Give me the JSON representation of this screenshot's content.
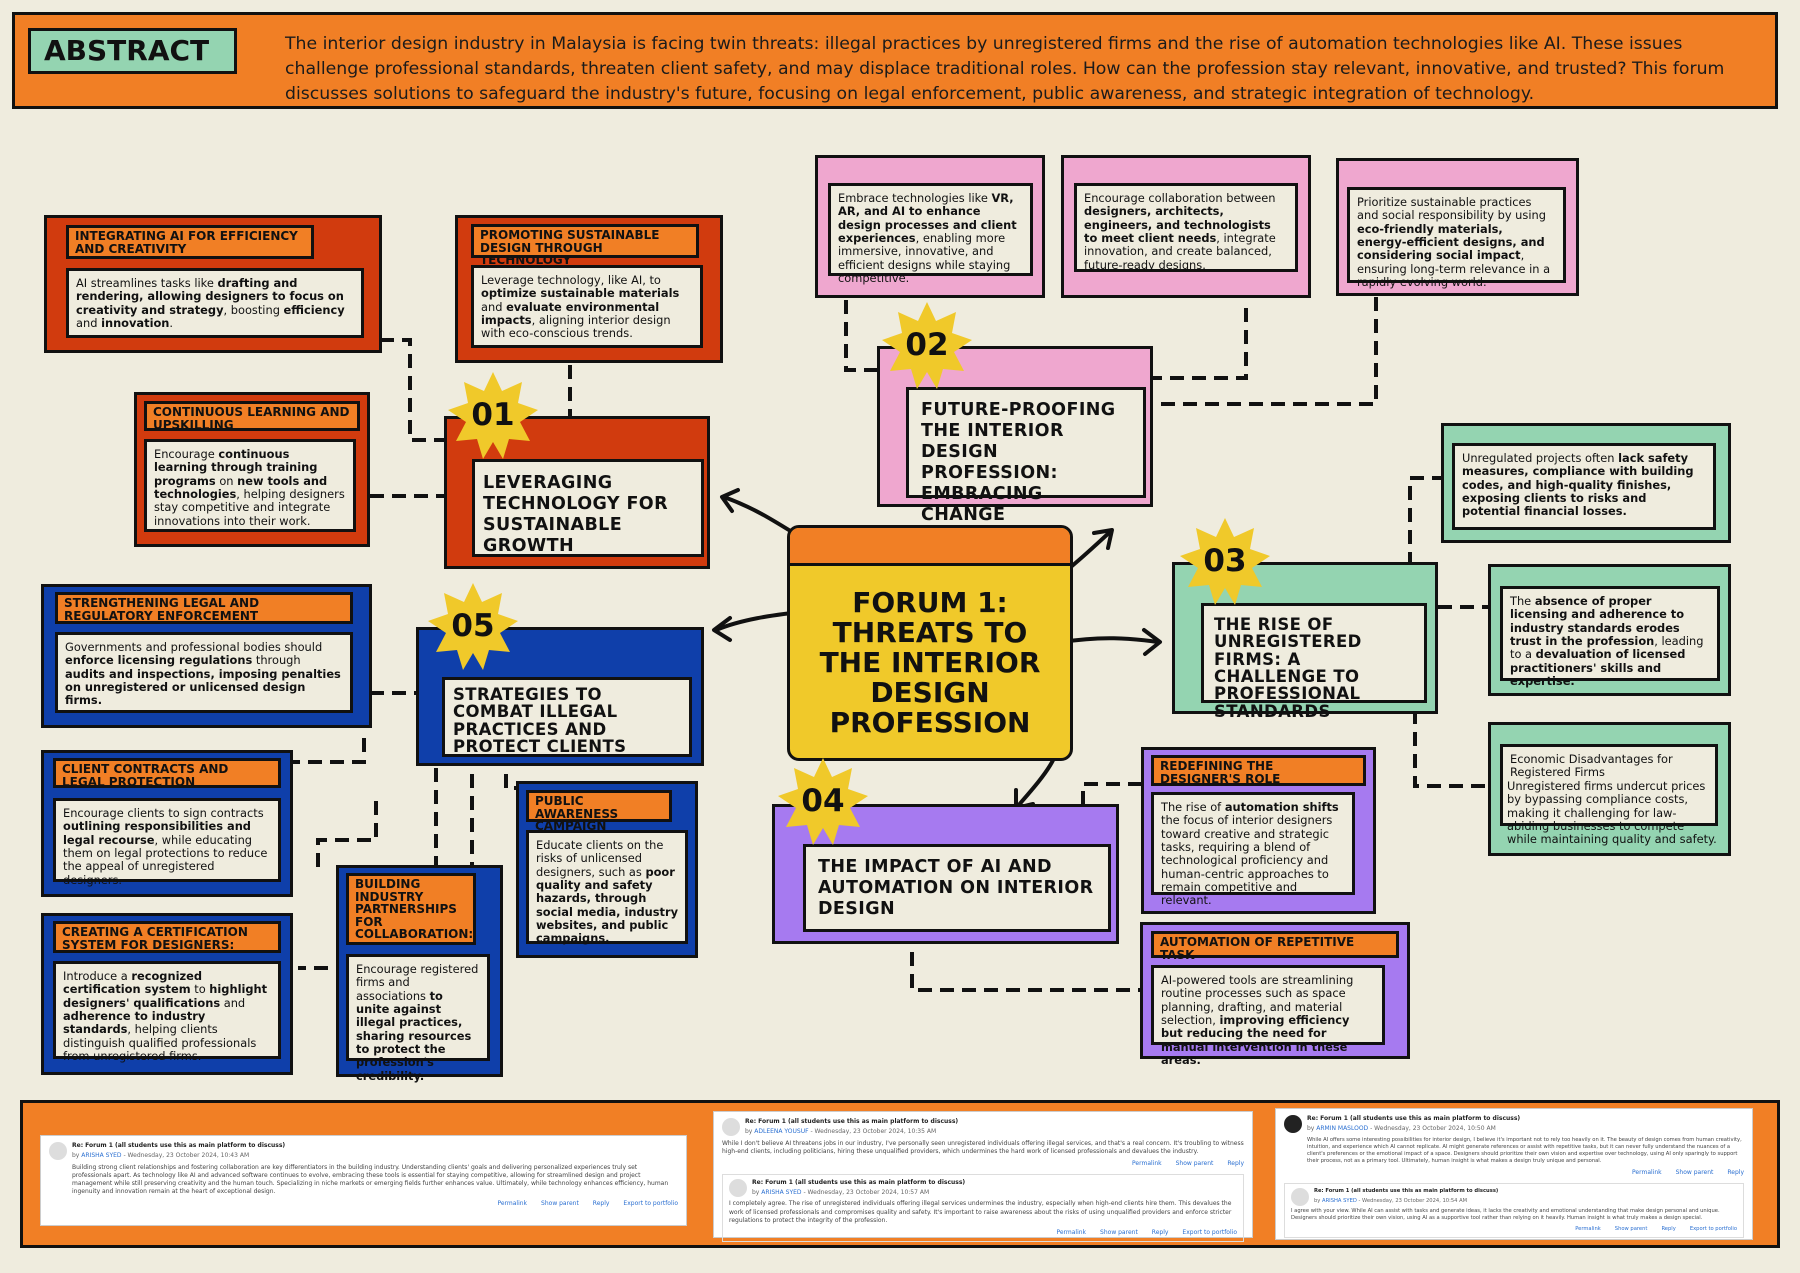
{
  "abstract": {
    "label": "ABSTRACT",
    "text": "The interior design industry in Malaysia is facing twin threats: illegal practices by unregistered firms and the rise of automation technologies like AI. These issues challenge professional standards, threaten client safety, and may displace traditional roles. How can the profession stay relevant, innovative, and trusted? This forum discusses solutions to safeguard the industry's future, focusing on legal enforcement, public awareness, and strategic integration of technology."
  },
  "center": {
    "title": "FORUM 1: THREATS TO THE INTERIOR DESIGN PROFESSION"
  },
  "topics": {
    "t01": {
      "number": "01",
      "title": "LEVERAGING TECHNOLOGY FOR SUSTAINABLE GROWTH",
      "items": {
        "ai": {
          "tag": "INTEGRATING AI FOR EFFICIENCY AND CREATIVITY"
        },
        "sustain": {
          "tag": "PROMOTING SUSTAINABLE DESIGN THROUGH TECHNOLOGY"
        },
        "learn": {
          "tag": "CONTINUOUS LEARNING AND UPSKILLING"
        }
      }
    },
    "t02": {
      "number": "02",
      "title": "FUTURE-PROOFING THE INTERIOR DESIGN PROFESSION: EMBRACING CHANGE"
    },
    "t03": {
      "number": "03",
      "title": "THE RISE OF UNREGISTERED FIRMS: A CHALLENGE TO PROFESSIONAL STANDARDS"
    },
    "t04": {
      "number": "04",
      "title": "THE IMPACT OF AI AND AUTOMATION ON INTERIOR DESIGN",
      "items": {
        "role": {
          "tag": "REDEFINING THE DESIGNER'S ROLE"
        },
        "auto": {
          "tag": "AUTOMATION OF REPETITIVE TASK"
        }
      }
    },
    "t05": {
      "number": "05",
      "title": "STRATEGIES TO COMBAT ILLEGAL PRACTICES AND PROTECT CLIENTS",
      "items": {
        "legal": {
          "tag": "STRENGTHENING LEGAL AND REGULATORY ENFORCEMENT"
        },
        "contracts": {
          "tag": "CLIENT CONTRACTS AND LEGAL PROTECTION"
        },
        "cert": {
          "tag": "CREATING A CERTIFICATION SYSTEM FOR DESIGNERS:"
        },
        "partner": {
          "tag": "BUILDING INDUSTRY PARTNERSHIPS FOR COLLABORATION:"
        },
        "public": {
          "tag": "PUBLIC AWARENESS CAMPAIGN"
        }
      }
    }
  },
  "texts": [
    [
      [
        "AI streamlines tasks like ",
        false
      ],
      [
        "drafting and rendering, allowing designers to focus on creativity and strategy",
        true
      ],
      [
        ", boosting ",
        false
      ],
      [
        "efficiency",
        true
      ],
      [
        " and ",
        false
      ],
      [
        "innovation",
        true
      ],
      [
        ".",
        false
      ]
    ],
    [
      [
        "Leverage technology, like AI, to ",
        false
      ],
      [
        "optimize sustainable materials",
        true
      ],
      [
        " and ",
        false
      ],
      [
        "evaluate environmental impacts",
        true
      ],
      [
        ", aligning interior design with eco-conscious trends.",
        false
      ]
    ],
    [
      [
        "Encourage ",
        false
      ],
      [
        "continuous learning through training programs",
        true
      ],
      [
        " on ",
        false
      ],
      [
        "new tools and technologies",
        true
      ],
      [
        ", helping designers stay competitive and integrate innovations into their work.",
        false
      ]
    ],
    [
      [
        "Embrace technologies like ",
        false
      ],
      [
        "VR, AR, and AI to enhance design processes and client experiences",
        true
      ],
      [
        ", enabling more immersive, innovative, and efficient designs while staying competitive.",
        false
      ]
    ],
    [
      [
        "Encourage collaboration between ",
        false
      ],
      [
        "designers, architects, engineers, and technologists to meet client needs",
        true
      ],
      [
        ", integrate innovation, and create balanced, future-ready designs.",
        false
      ]
    ],
    [
      [
        "Prioritize sustainable practices and social responsibility by using ",
        false
      ],
      [
        "eco-friendly materials, energy-efficient designs, and considering social impact",
        true
      ],
      [
        ", ensuring long-term relevance in a rapidly evolving world.",
        false
      ]
    ],
    [
      [
        "Unregulated projects often ",
        false
      ],
      [
        "lack safety measures, compliance with building codes, and high-quality finishes, exposing clients to risks and potential financial losses.",
        true
      ]
    ],
    [
      [
        "The ",
        false
      ],
      [
        "absence of proper licensing and adherence to industry standards erodes trust in the profession",
        true
      ],
      [
        ", leading to a ",
        false
      ],
      [
        "devaluation of licensed practitioners' skills and expertise.",
        true
      ]
    ],
    [
      [
        "Economic Disadvantages for Registered Firms",
        false
      ]
    ],
    [
      [
        "Unregistered firms undercut prices by bypassing compliance costs, making it challenging for law-abiding businesses to compete while maintaining quality and safety.",
        false
      ]
    ],
    [
      [
        "The rise of ",
        false
      ],
      [
        "automation shifts",
        true
      ],
      [
        " the focus of interior designers toward creative and strategic tasks, requiring a blend of technological proficiency and human-centric approaches to remain competitive and relevant.",
        false
      ]
    ],
    [
      [
        "AI-powered tools are streamlining routine processes such as space planning, drafting, and material selection, ",
        false
      ],
      [
        "improving efficiency but reducing the need for manual intervention in these areas.",
        true
      ]
    ],
    [
      [
        "Governments and professional bodies should ",
        false
      ],
      [
        "enforce licensing regulations",
        true
      ],
      [
        " through ",
        false
      ],
      [
        "audits and inspections, imposing penalties on unregistered or unlicensed design firms.",
        true
      ]
    ],
    [
      [
        "Encourage clients to sign contracts ",
        false
      ],
      [
        "outlining responsibilities and legal recourse",
        true
      ],
      [
        ", while educating them on legal protections to reduce the appeal of unregistered designers.",
        false
      ]
    ],
    [
      [
        "Introduce a ",
        false
      ],
      [
        "recognized certification system",
        true
      ],
      [
        " to ",
        false
      ],
      [
        "highlight designers' qualifications",
        true
      ],
      [
        " and ",
        false
      ],
      [
        "adherence to industry standards",
        true
      ],
      [
        ", helping clients distinguish qualified professionals from unregistered firms.",
        false
      ]
    ],
    [
      [
        "Encourage registered firms and associations ",
        false
      ],
      [
        "to unite against illegal practices, sharing resources to protect the profession's credibility.",
        true
      ]
    ],
    [
      [
        "Educate clients on the risks of unlicensed designers, such as ",
        false
      ],
      [
        "poor quality and safety hazards, through social media, industry websites, and public campaigns.",
        true
      ]
    ]
  ],
  "forum_posts": [
    {
      "subject": "Re: Forum 1 (all students use this as main platform to discuss)",
      "by_prefix": "by",
      "author": "ARISHA SYED",
      "date": "- Wednesday, 23 October 2024, 10:43 AM",
      "body": "Building strong client relationships and fostering collaboration are key differentiators in the building industry. Understanding clients' goals and delivering personalized experiences truly set professionals apart. As technology like AI and advanced software continues to evolve, embracing these tools is essential for staying competitive, allowing for streamlined design and project management while still preserving creativity and the human touch. Specializing in niche markets or emerging fields further enhances value. Ultimately, while technology enhances efficiency, human ingenuity and innovation remain at the heart of exceptional design.",
      "links": [
        "Permalink",
        "Show parent",
        "Reply",
        "Export to portfolio"
      ]
    },
    {
      "subject": "Re: Forum 1 (all students use this as main platform to discuss)",
      "by_prefix": "by",
      "author": "ADLEENA YOUSUF",
      "date": "- Wednesday, 23 October 2024, 10:35 AM",
      "body": "While I don't believe AI threatens jobs in our industry, I've personally seen unregistered individuals offering illegal services, and that's a real concern. It's troubling to witness high-end clients, including politicians, hiring these unqualified providers, which undermines the hard work of licensed professionals and devalues the industry.",
      "links": [
        "Permalink",
        "Show parent",
        "Reply"
      ]
    },
    {
      "subject": "Re: Forum 1 (all students use this as main platform to discuss)",
      "by_prefix": "by",
      "author": "ARISHA SYED",
      "date": "- Wednesday, 23 October 2024, 10:57 AM",
      "body": "I completely agree. The rise of unregistered individuals offering illegal services undermines the industry, especially when high-end clients hire them. This devalues the work of licensed professionals and compromises quality and safety. It's important to raise awareness about the risks of using unqualified providers and enforce stricter regulations to protect the integrity of the profession.",
      "links": [
        "Permalink",
        "Show parent",
        "Reply",
        "Export to portfolio"
      ]
    },
    {
      "subject": "Re: Forum 1 (all students use this as main platform to discuss)",
      "by_prefix": "by",
      "author": "ARMIN MASLOOD",
      "date": "- Wednesday, 23 October 2024, 10:50 AM",
      "body": "While AI offers some interesting possibilities for interior design, I believe it's important not to rely too heavily on it. The beauty of design comes from human creativity, intuition, and experience which AI cannot replicate. AI might generate references or assist with repetitive tasks, but it can never fully understand the nuances of a client's preferences or the emotional impact of a space. Designers should prioritize their own vision and expertise over technology, using AI only sparingly to support their process, not as a primary tool. Ultimately, human insight is what makes a design truly unique and personal.",
      "links": [
        "Permalink",
        "Show parent",
        "Reply"
      ]
    },
    {
      "subject": "Re: Forum 1 (all students use this as main platform to discuss)",
      "by_prefix": "by",
      "author": "ARISHA SYED",
      "date": "- Wednesday, 23 October 2024, 10:54 AM",
      "body": "I agree with your view. While AI can assist with tasks and generate ideas, it lacks the creativity and emotional understanding that make design personal and unique. Designers should prioritize their own vision, using AI as a supportive tool rather than relying on it heavily. Human insight is what truly makes a design special.",
      "links": [
        "Permalink",
        "Show parent",
        "Reply",
        "Export to portfolio"
      ]
    }
  ],
  "colors": {
    "background": "#efecde",
    "orange": "#f17f25",
    "red": "#d13b0e",
    "blue": "#0f3faa",
    "pink": "#efa7cf",
    "green": "#94d4b1",
    "purple": "#a67af0",
    "yellow": "#f0c92a",
    "abstract_label": "#94d4b1"
  }
}
